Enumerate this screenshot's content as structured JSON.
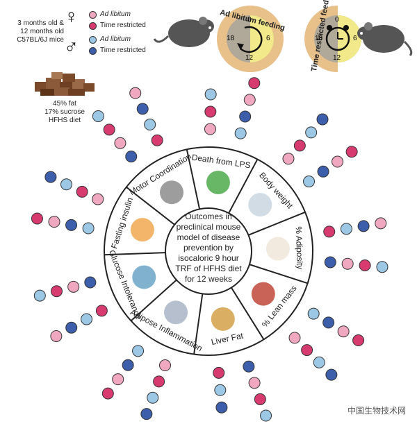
{
  "legend": {
    "mice_lines": [
      "3 months old &",
      "12 months old",
      "C57BL/6J mice"
    ],
    "female_symbol": "♀",
    "male_symbol": "♂",
    "items": [
      {
        "label": "Ad libitum",
        "italic": true,
        "color": "#f0a8c0"
      },
      {
        "label": "Time restricted",
        "italic": false,
        "color": "#d63a6e"
      },
      {
        "label": "Ad libitum",
        "italic": true,
        "color": "#9cc8e6"
      },
      {
        "label": "Time restricted",
        "italic": false,
        "color": "#3d5eaa"
      }
    ]
  },
  "diet": {
    "lines": [
      "45% fat",
      "17% sucrose",
      "HFHS diet"
    ]
  },
  "clocks": {
    "ad_libitum_label": "Ad libitum feeding",
    "time_restricted_label": "Time restricted feeding",
    "ticks": [
      "0",
      "6",
      "12",
      "18"
    ]
  },
  "center": {
    "lines": [
      "Outcomes in",
      "preclinical mouse",
      "model of disease",
      "prevention by",
      "isocaloric 9 hour",
      "TRF of HFHS diet",
      "for 12 weeks"
    ]
  },
  "segments": [
    {
      "label": "Body weight"
    },
    {
      "label": "% Adiposity"
    },
    {
      "label": "% Lean mass"
    },
    {
      "label": "Liver Fat"
    },
    {
      "label": "Adipose Inflammation"
    },
    {
      "label": "Glucose Intolerance"
    },
    {
      "label": "Fasting insulin"
    },
    {
      "label": "Motor Coordination"
    },
    {
      "label": "Death from LPS"
    }
  ],
  "colors": {
    "female_ad_libitum": "#f0a8c0",
    "female_time_restricted": "#d63a6e",
    "male_ad_libitum": "#9cc8e6",
    "male_time_restricted": "#3d5eaa",
    "clock_outer": "#e8c08a",
    "clock_light": "#f2ea8a",
    "clock_dark": "#b0a898"
  },
  "watermark": "中国生物技术网"
}
